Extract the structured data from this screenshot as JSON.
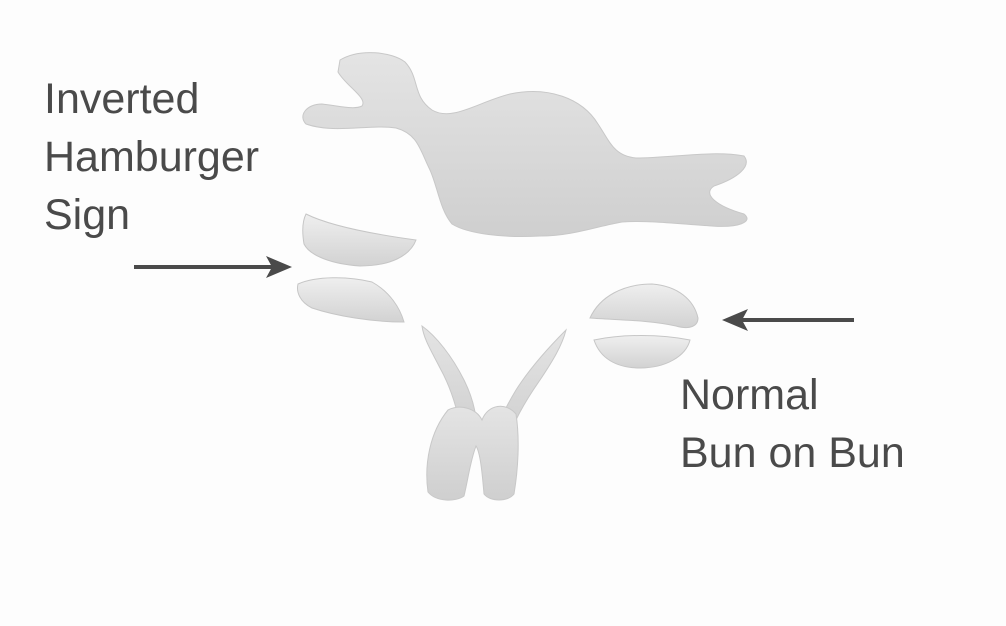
{
  "labels": {
    "inverted": [
      "Inverted",
      "Hamburger",
      "Sign"
    ],
    "normal": [
      "Normal",
      "Bun on Bun"
    ]
  },
  "colors": {
    "text": "#4a4a4a",
    "arrow": "#4a4a4a",
    "bone": "#d6d6d6",
    "background": "#fdfdfd"
  }
}
